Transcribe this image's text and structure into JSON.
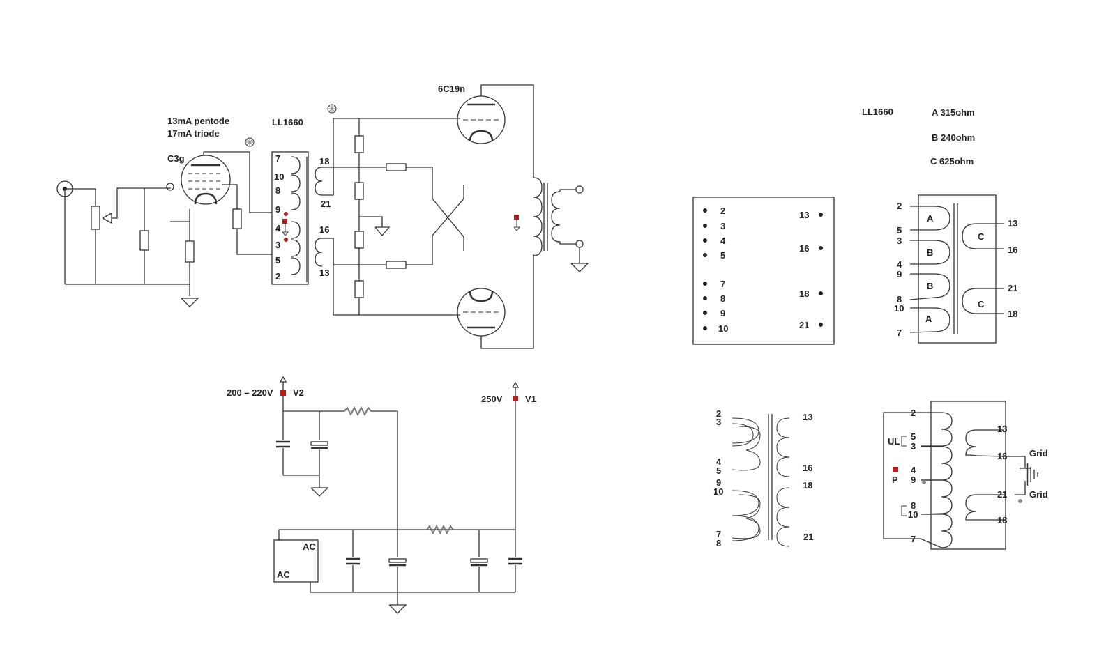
{
  "title": "",
  "amp_schematic": {
    "input_tube_label": "C3g",
    "bias_line1": "13mA  pentode",
    "bias_line2": "17mA  triode",
    "interstage_label": "LL1660",
    "output_tube_label": "6C19n",
    "pins_primary": [
      "7",
      "10",
      "8",
      "9",
      "4",
      "3",
      "5",
      "2"
    ],
    "pins_sec_top": [
      "18",
      "21"
    ],
    "pins_sec_bottom": [
      "16",
      "13"
    ]
  },
  "power_supply": {
    "v2_voltage": "200 – 220V",
    "v2_label": "V2",
    "v1_voltage": "250V",
    "v1_label": "V1",
    "ac_label_1": "AC",
    "ac_label_2": "AC"
  },
  "pinout_box": {
    "left_pins": [
      "2",
      "3",
      "4",
      "5",
      "7",
      "8",
      "9",
      "10"
    ],
    "right_pins": [
      "13",
      "16",
      "18",
      "21"
    ]
  },
  "winding_info": {
    "part": "LL1660",
    "a": "A 315ohm",
    "b": "B 240ohm",
    "c": "C 625ohm",
    "prim_pins": [
      "2",
      "5",
      "3",
      "4",
      "9",
      "8",
      "10",
      "7"
    ],
    "sec_pins": [
      "13",
      "16",
      "21",
      "18"
    ],
    "winding_letters": [
      "A",
      "B",
      "B",
      "A",
      "C",
      "C"
    ]
  },
  "series_diagram": {
    "left_pins": [
      "2",
      "3",
      "4",
      "5",
      "9",
      "10",
      "7",
      "8"
    ],
    "right_pins": [
      "13",
      "16",
      "18",
      "21"
    ]
  },
  "connection_diagram": {
    "prim_pins": [
      "2",
      "5",
      "3",
      "4",
      "9",
      "8",
      "10",
      "7"
    ],
    "sec_pins": [
      "13",
      "16",
      "21",
      "18"
    ],
    "ul_label": "UL",
    "p_label": "P",
    "grid_label_1": "Grid",
    "grid_label_2": "Grid"
  }
}
